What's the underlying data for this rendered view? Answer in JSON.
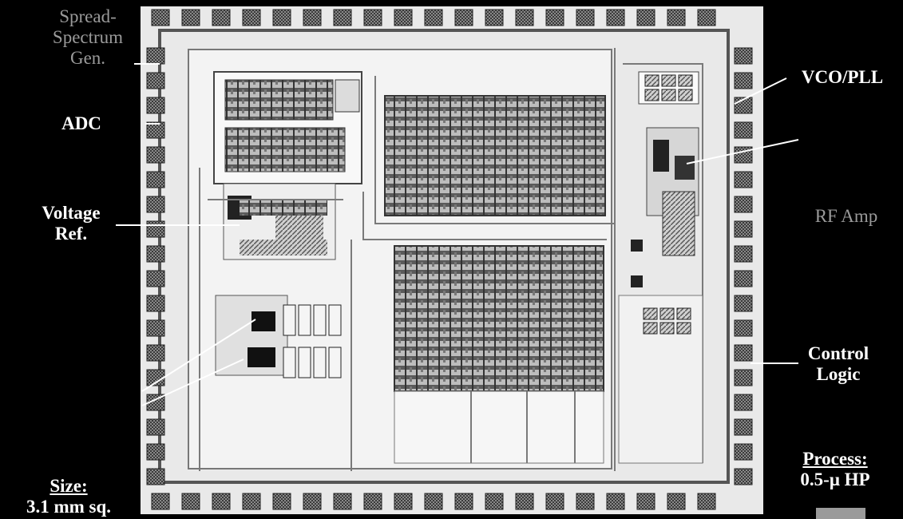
{
  "labels": {
    "spread_spectrum": [
      "Spread-",
      "Spectrum",
      "Gen."
    ],
    "adc": "ADC",
    "voltage_ref": [
      "Voltage",
      "Ref."
    ],
    "vco_pll": "VCO/PLL",
    "rf_amp": "RF Amp",
    "control_logic": [
      "Control",
      "Logic"
    ],
    "size_heading": "Size:",
    "size_value": "3.1 mm sq.",
    "process_heading": "Process:",
    "process_value": "0.5-μ HP"
  },
  "colors": {
    "background": "#000000",
    "die": "#e9e9e9",
    "pad": "#6a6a6a",
    "wire": "#7a7a7a",
    "label_highlight": "#ffffff",
    "label_dim": "#9a9a9a"
  }
}
